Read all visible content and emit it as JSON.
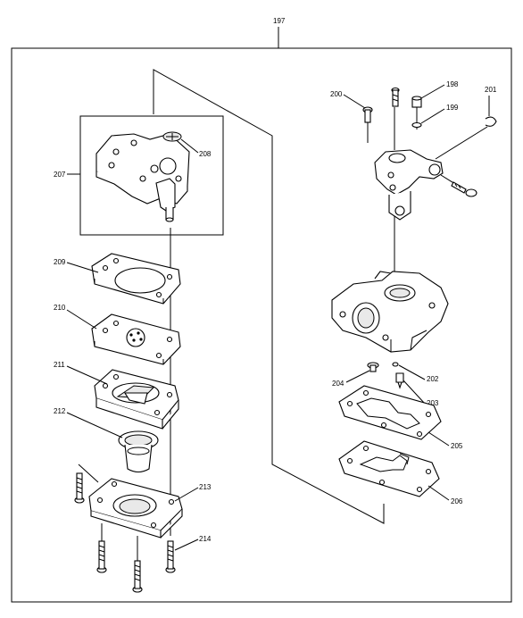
{
  "labels": {
    "p197": "197",
    "p198": "198",
    "p199": "199",
    "p200": "200",
    "p201": "201",
    "p202": "202",
    "p203": "203",
    "p204": "204",
    "p205": "205",
    "p206": "206",
    "p207": "207",
    "p208": "208",
    "p209": "209",
    "p210": "210",
    "p211": "211",
    "p212": "212",
    "p213": "213",
    "p214": "214"
  },
  "line_color": "#000000",
  "background": "#ffffff"
}
